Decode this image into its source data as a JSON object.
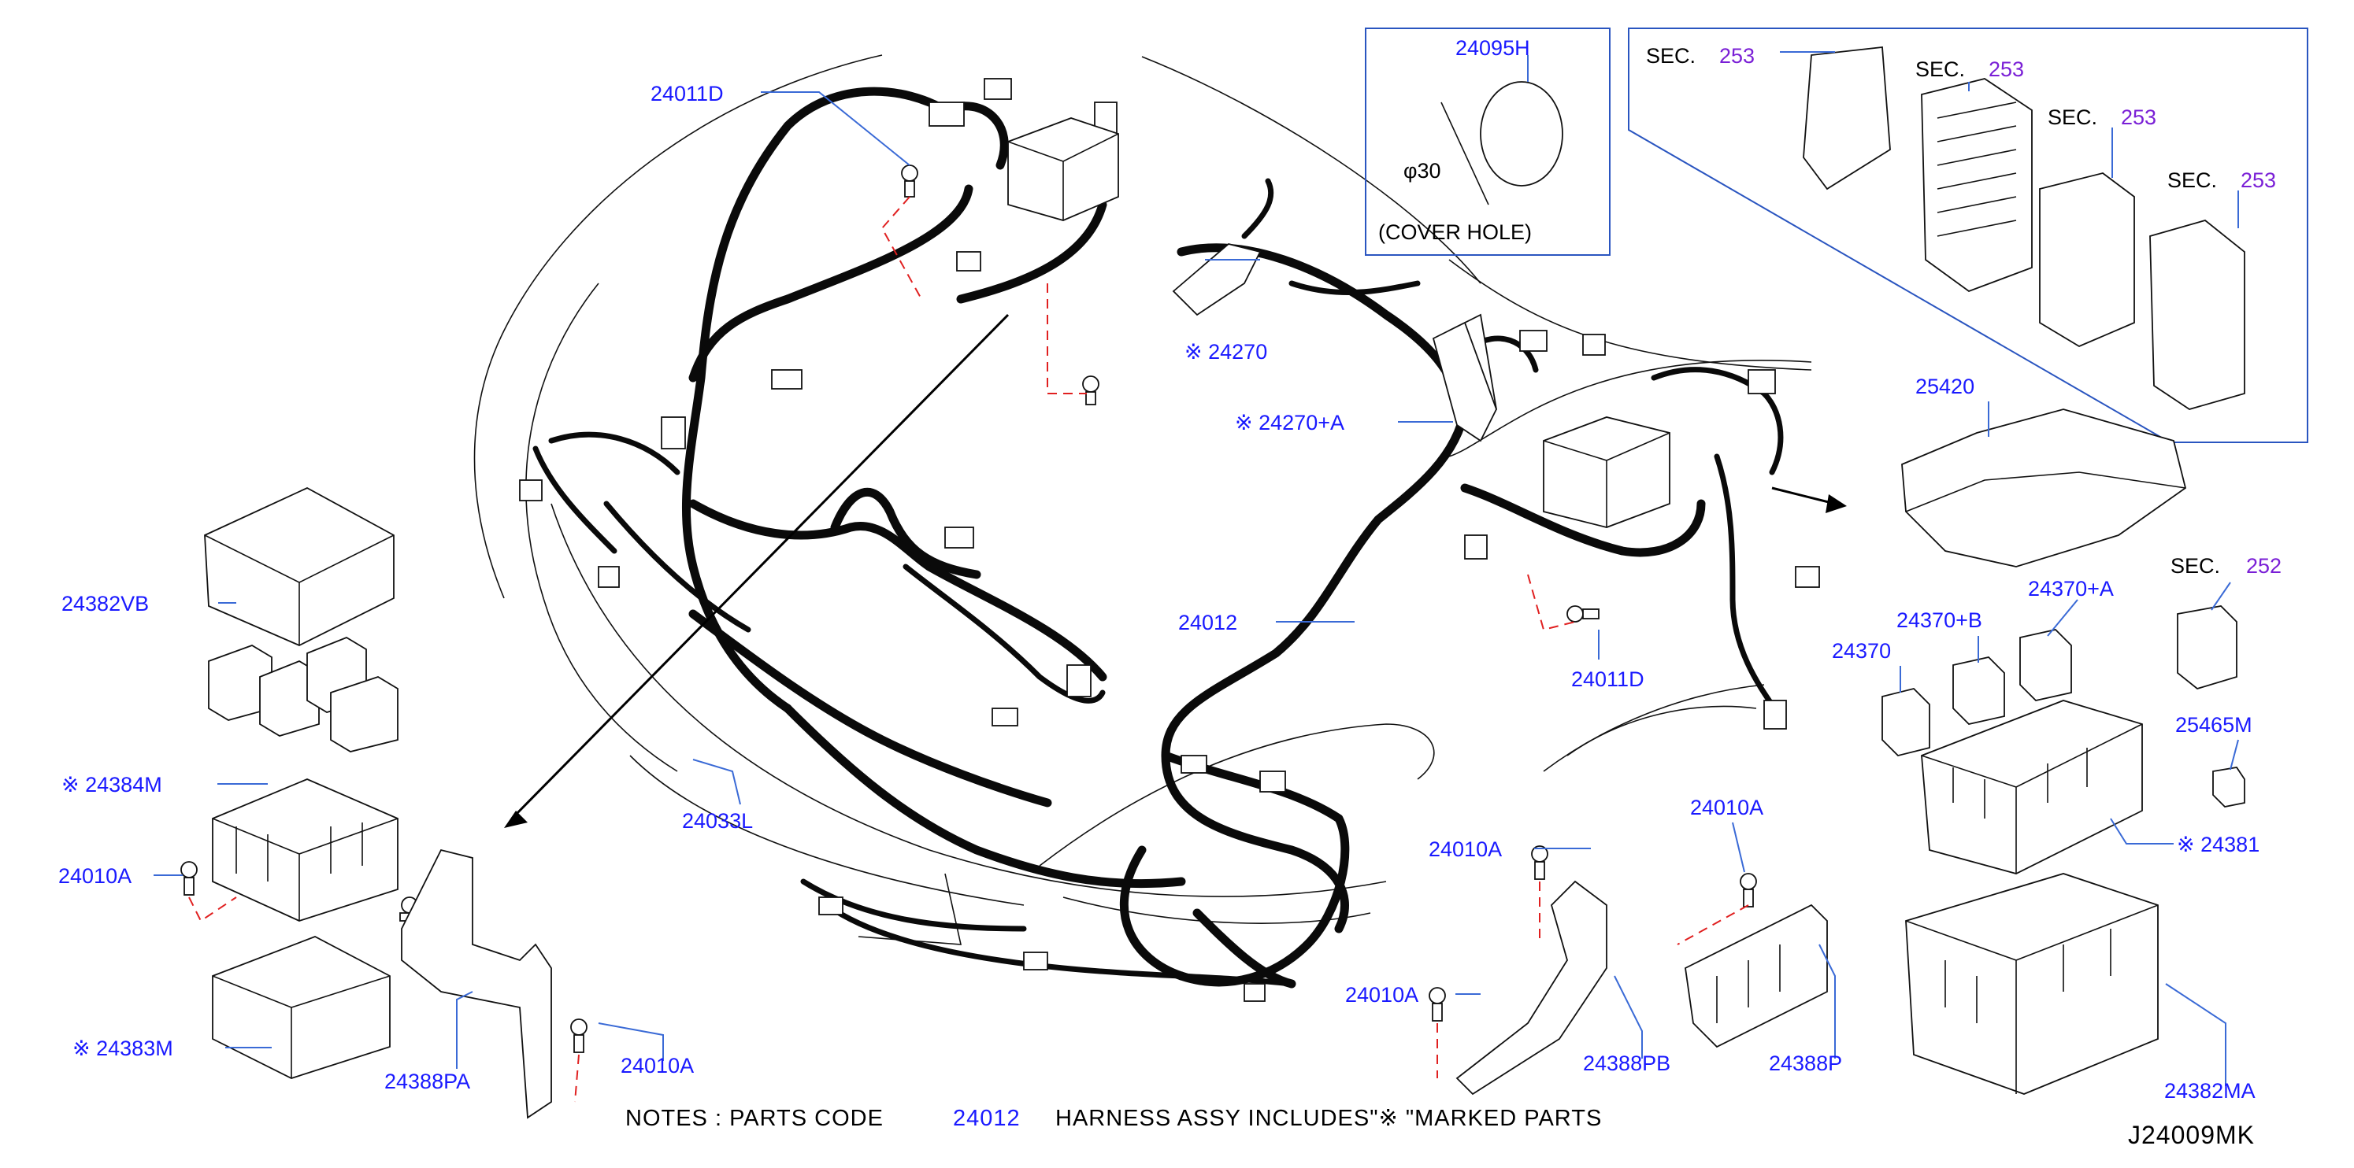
{
  "labels": {
    "l24011D_top": "24011D",
    "l24095H": "24095H",
    "lphi30": "φ30",
    "lcover": "(COVER   HOLE)",
    "lsec1": "SEC.",
    "lsec1n": "253",
    "lsec2": "SEC.",
    "lsec2n": "253",
    "lsec3": "SEC.",
    "lsec3n": "253",
    "lsec4": "SEC.",
    "lsec4n": "253",
    "l24270": "※ 24270",
    "l24270A": "※ 24270+A",
    "l25420": "25420",
    "l24382VB": "24382VB",
    "l24012": "24012",
    "l24011D_mid": "24011D",
    "lsec252": "SEC.",
    "lsec252n": "252",
    "l24370A": "24370+A",
    "l24370B": "24370+B",
    "l24370": "24370",
    "l25465M": "25465M",
    "l24384M": "※ 24384M",
    "l24010A_left": "24010A",
    "l24033L": "24033L",
    "l24010A_c1": "24010A",
    "l24010A_c2": "24010A",
    "l24381": "※ 24381",
    "l24383M": "※ 24383M",
    "l24388PA": "24388PA",
    "l24010A_bot": "24010A",
    "l24010A_mid": "24010A",
    "l24388PB": "24388PB",
    "l24388P": "24388P",
    "l24382MA": "24382MA"
  },
  "notes": {
    "prefix": "NOTES   :   PARTS   CODE",
    "code": "24012",
    "suffix": "HARNESS   ASSY   INCLUDES\"※ \"MARKED   PARTS"
  },
  "reference": "J24009MK",
  "colors": {
    "label_blue": "#1a1aff",
    "section_purple": "#7a1fd6",
    "dash_red": "#e02020",
    "frame_blue": "#2a55c0"
  }
}
